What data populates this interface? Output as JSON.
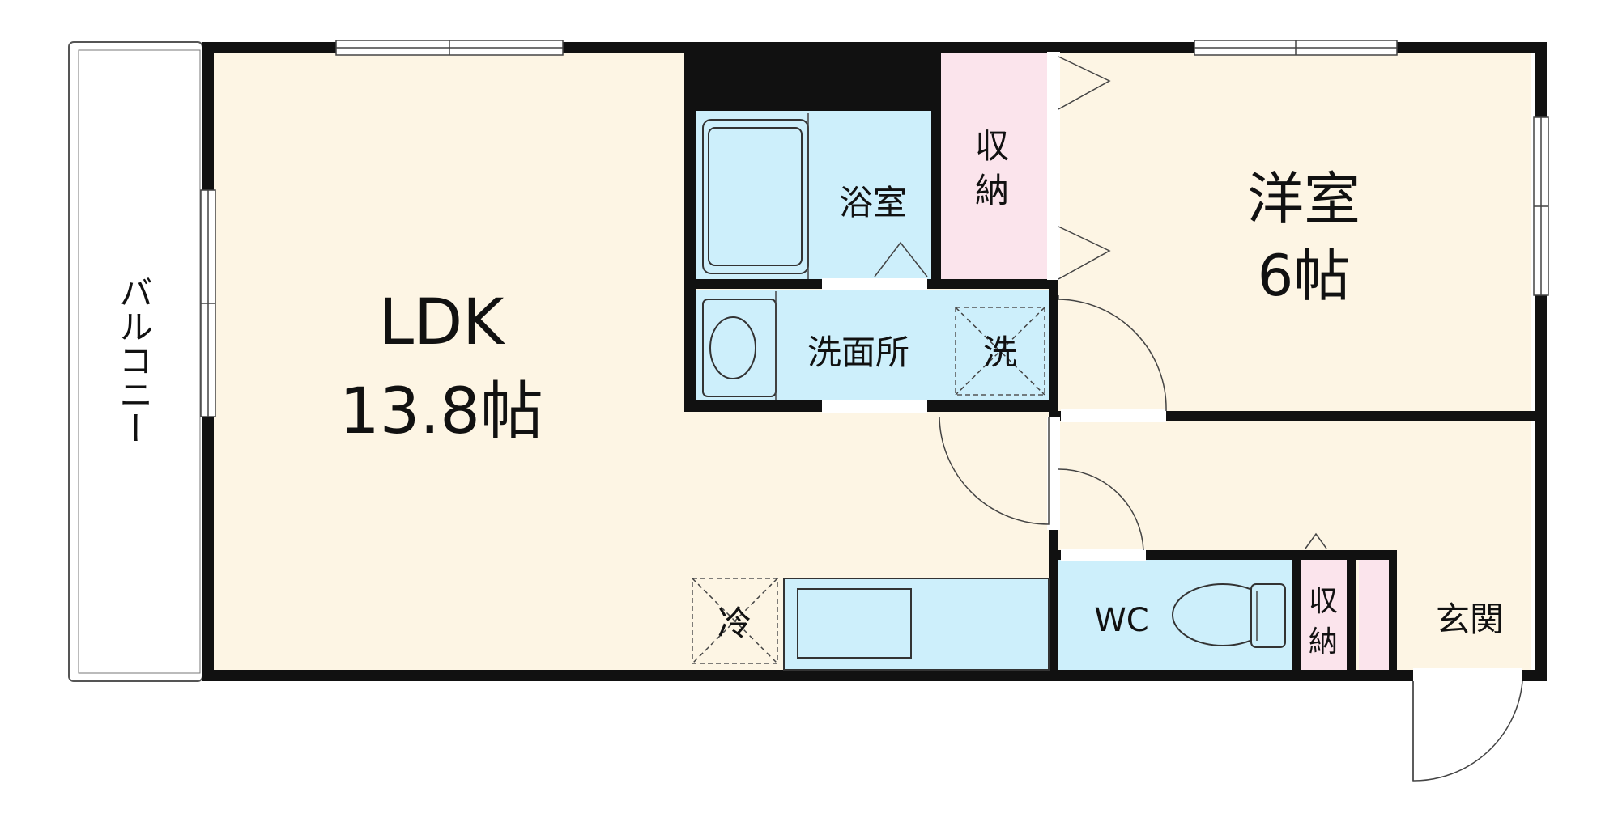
{
  "colors": {
    "ldk_floor": "#fdf5e4",
    "wet_area": "#cdeffb",
    "storage": "#fbe4ec",
    "wall": "#111111",
    "balcony": "#ffffff"
  },
  "rooms": {
    "balcony": "バルコニー",
    "ldk_name": "LDK",
    "ldk_size": "13.8帖",
    "bath": "浴室",
    "storage_top_1": "収",
    "storage_top_2": "納",
    "western_name": "洋室",
    "western_size": "6帖",
    "washroom": "洗面所",
    "washer": "洗",
    "fridge": "冷",
    "wc": "WC",
    "storage_small_1": "収",
    "storage_small_2": "納",
    "entrance": "玄関"
  }
}
